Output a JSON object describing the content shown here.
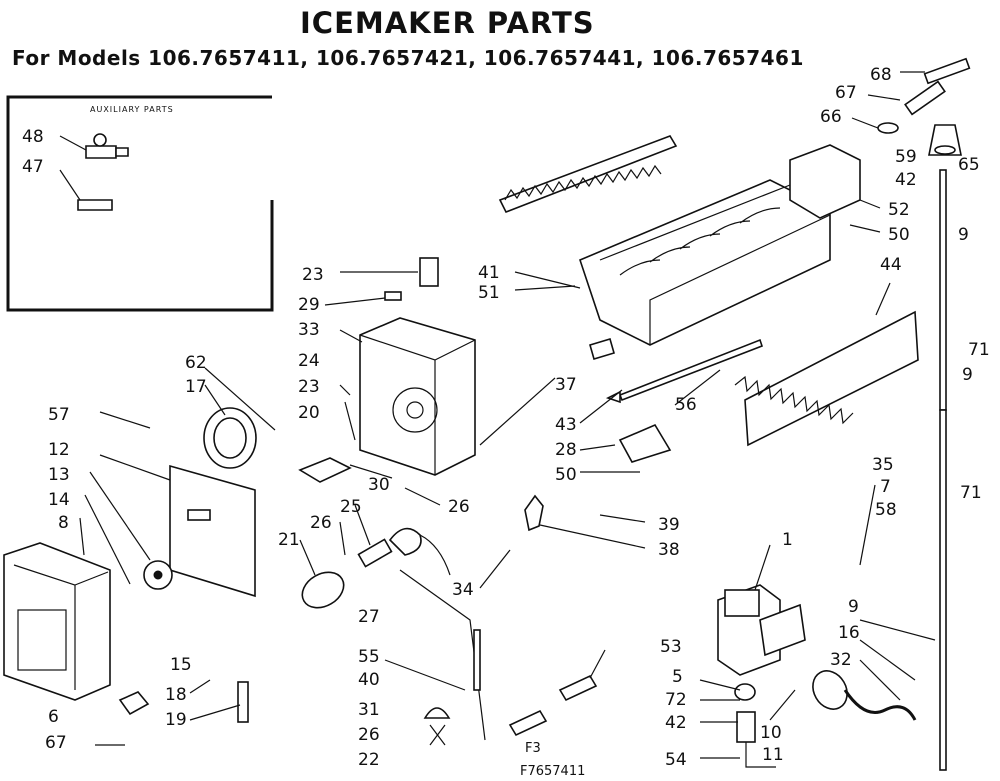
{
  "title": "ICEMAKER PARTS",
  "subtitle": "For Models 106.7657411, 106.7657421, 106.7657441, 106.7657461",
  "inset": {
    "label": "AUXILIARY PARTS"
  },
  "callouts": {
    "c68": "68",
    "c67": "67",
    "c66": "66",
    "c59": "59",
    "c65": "65",
    "c42a": "42",
    "c52": "52",
    "c50a": "50",
    "c9a": "9",
    "c44": "44",
    "c71a": "71",
    "c9b": "9",
    "c71b": "71",
    "c41": "41",
    "c51": "51",
    "c23a": "23",
    "c29": "29",
    "c33": "33",
    "c24": "24",
    "c23b": "23",
    "c20": "20",
    "c62": "62",
    "c17": "17",
    "c57": "57",
    "c12": "12",
    "c13": "13",
    "c14": "14",
    "c8": "8",
    "c37": "37",
    "c56": "56",
    "c43": "43",
    "c28": "28",
    "c50b": "50",
    "c30": "30",
    "c26a": "26",
    "c25": "25",
    "c26b": "26",
    "c21": "21",
    "c39": "39",
    "c38": "38",
    "c34": "34",
    "c35": "35",
    "c7": "7",
    "c58": "58",
    "c1": "1",
    "c27": "27",
    "c55": "55",
    "c40": "40",
    "c31": "31",
    "c26c": "26",
    "c22": "22",
    "c15": "15",
    "c18": "18",
    "c19": "19",
    "c6": "6",
    "c67b": "67",
    "c53": "53",
    "c5": "5",
    "c72": "72",
    "c42b": "42",
    "c54": "54",
    "c10": "10",
    "c11": "11",
    "c9c": "9",
    "c16": "16",
    "c32": "32",
    "c48": "48",
    "c47": "47"
  },
  "footer": {
    "code1": "F3",
    "code2": "F7657411"
  }
}
